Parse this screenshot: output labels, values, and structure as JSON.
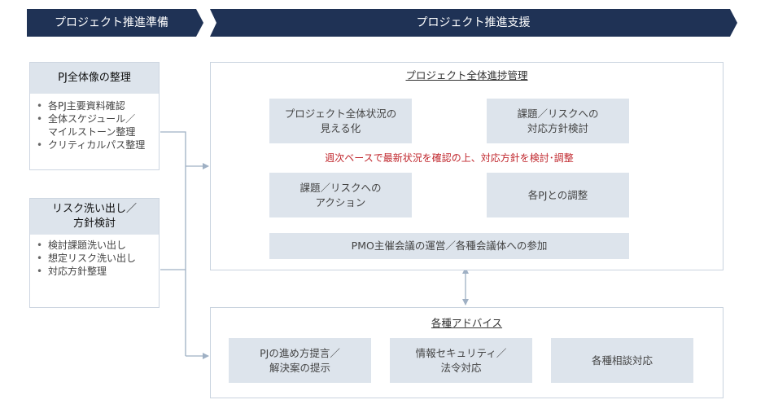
{
  "header": {
    "left_label": "プロジェクト推進準備",
    "right_label": "プロジェクト推進支援"
  },
  "prep": {
    "panel1": {
      "title": "PJ全体像の整理",
      "items": [
        "各PJ主要資料確認",
        "全体スケジュール／\nマイルストーン整理",
        "クリティカルパス整理"
      ]
    },
    "panel2": {
      "title": "リスク洗い出し／\n方針検討",
      "items": [
        "検討課題洗い出し",
        "想定リスク洗い出し",
        "対応方針整理"
      ]
    }
  },
  "progress": {
    "title": "プロジェクト全体進捗管理",
    "cycle": {
      "visualize": "プロジェクト全体状況の\n見える化",
      "policy": "課題／リスクへの\n対応方針検討",
      "adjust": "各PJとの調整",
      "action": "課題／リスクへの\nアクション"
    },
    "note": "週次ベースで最新状況を確認の上、対応方針を検討･調整",
    "pmo": "PMO主催会議の運営／各種会議体への参加"
  },
  "advice": {
    "title": "各種アドバイス",
    "items": [
      "PJの進め方提言／\n解決案の提示",
      "情報セキュリティ／\n法令対応",
      "各種相談対応"
    ]
  },
  "colors": {
    "banner": "#1f3255",
    "box_fill": "#dde4ec",
    "frame_border": "#c9d3df",
    "arrow": "#a9b8ca",
    "note": "#c0272d"
  }
}
